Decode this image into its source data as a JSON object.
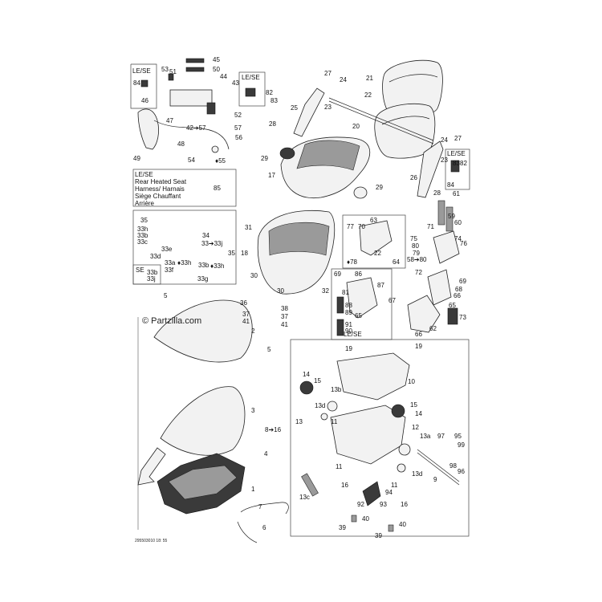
{
  "watermark": "© Partzilla.com",
  "footer_code": "295503010 18: 55",
  "boxes": {
    "top_left_tag": "LE/SE",
    "top_mid_tag": "LE/SE",
    "right_tag": "LE/SE",
    "lower_tag": "LE/SE",
    "se_tag": "SE",
    "heated_lines": [
      "LE/SE",
      "Rear Heated Seat",
      "Harness/ Harnais",
      "Siège Chauffant",
      "Arrière"
    ]
  },
  "labels": [
    {
      "id": "45",
      "text": "45"
    },
    {
      "id": "50",
      "text": "50"
    },
    {
      "id": "44",
      "text": "44"
    },
    {
      "id": "43",
      "text": "43"
    },
    {
      "id": "53",
      "text": "53"
    },
    {
      "id": "51",
      "text": "51"
    },
    {
      "id": "84a",
      "text": "84"
    },
    {
      "id": "46",
      "text": "46"
    },
    {
      "id": "47",
      "text": "47"
    },
    {
      "id": "82a",
      "text": "82"
    },
    {
      "id": "83a",
      "text": "83"
    },
    {
      "id": "52",
      "text": "52"
    },
    {
      "id": "42_57",
      "text": "42➔57"
    },
    {
      "id": "57",
      "text": "57"
    },
    {
      "id": "56",
      "text": "56"
    },
    {
      "id": "48",
      "text": "48"
    },
    {
      "id": "49",
      "text": "49"
    },
    {
      "id": "54",
      "text": "54"
    },
    {
      "id": "55",
      "text": "♦55"
    },
    {
      "id": "27a",
      "text": "27"
    },
    {
      "id": "24a",
      "text": "24"
    },
    {
      "id": "21",
      "text": "21"
    },
    {
      "id": "22",
      "text": "22"
    },
    {
      "id": "25",
      "text": "25"
    },
    {
      "id": "23a",
      "text": "23"
    },
    {
      "id": "28a",
      "text": "28"
    },
    {
      "id": "20",
      "text": "20"
    },
    {
      "id": "24b",
      "text": "24"
    },
    {
      "id": "27b",
      "text": "27"
    },
    {
      "id": "23b",
      "text": "23"
    },
    {
      "id": "29a",
      "text": "29"
    },
    {
      "id": "17",
      "text": "17"
    },
    {
      "id": "29b",
      "text": "29"
    },
    {
      "id": "26",
      "text": "26"
    },
    {
      "id": "83b",
      "text": "83"
    },
    {
      "id": "82b",
      "text": "82"
    },
    {
      "id": "84b",
      "text": "84"
    },
    {
      "id": "28b",
      "text": "28"
    },
    {
      "id": "61",
      "text": "61"
    },
    {
      "id": "85",
      "text": "85"
    },
    {
      "id": "31",
      "text": "31"
    },
    {
      "id": "59",
      "text": "59"
    },
    {
      "id": "60",
      "text": "60"
    },
    {
      "id": "71",
      "text": "71"
    },
    {
      "id": "74",
      "text": "74"
    },
    {
      "id": "75",
      "text": "75"
    },
    {
      "id": "80",
      "text": "80"
    },
    {
      "id": "79",
      "text": "79"
    },
    {
      "id": "58_80",
      "text": "58➔80"
    },
    {
      "id": "76",
      "text": "76"
    },
    {
      "id": "63",
      "text": "63"
    },
    {
      "id": "77",
      "text": "77"
    },
    {
      "id": "70",
      "text": "70"
    },
    {
      "id": "22b",
      "text": "22"
    },
    {
      "id": "78",
      "text": "♦78"
    },
    {
      "id": "64",
      "text": "64"
    },
    {
      "id": "35a",
      "text": "35"
    },
    {
      "id": "33h1",
      "text": "33h"
    },
    {
      "id": "33b1",
      "text": "33b"
    },
    {
      "id": "33c1",
      "text": "33c"
    },
    {
      "id": "34",
      "text": "34"
    },
    {
      "id": "33_33j",
      "text": "33➔33j"
    },
    {
      "id": "33e",
      "text": "33e"
    },
    {
      "id": "35b",
      "text": "35"
    },
    {
      "id": "33d",
      "text": "33d"
    },
    {
      "id": "33a",
      "text": "33a"
    },
    {
      "id": "33h2",
      "text": "♦33h"
    },
    {
      "id": "33f",
      "text": "33f"
    },
    {
      "id": "33b2",
      "text": "33b"
    },
    {
      "id": "33h3",
      "text": "♦33h"
    },
    {
      "id": "33g",
      "text": "33g"
    },
    {
      "id": "33b3",
      "text": "33b"
    },
    {
      "id": "33j",
      "text": "33j"
    },
    {
      "id": "18",
      "text": "18"
    },
    {
      "id": "30a",
      "text": "30"
    },
    {
      "id": "30b",
      "text": "30"
    },
    {
      "id": "32",
      "text": "32"
    },
    {
      "id": "69a",
      "text": "69"
    },
    {
      "id": "86",
      "text": "86"
    },
    {
      "id": "87",
      "text": "87"
    },
    {
      "id": "72",
      "text": "72"
    },
    {
      "id": "69b",
      "text": "69"
    },
    {
      "id": "68",
      "text": "68"
    },
    {
      "id": "66a",
      "text": "66"
    },
    {
      "id": "81",
      "text": "81"
    },
    {
      "id": "65a",
      "text": "65"
    },
    {
      "id": "88",
      "text": "88"
    },
    {
      "id": "89",
      "text": "89"
    },
    {
      "id": "91",
      "text": "91"
    },
    {
      "id": "90",
      "text": "90"
    },
    {
      "id": "67",
      "text": "67"
    },
    {
      "id": "65b",
      "text": "65"
    },
    {
      "id": "62",
      "text": "62"
    },
    {
      "id": "66b",
      "text": "66"
    },
    {
      "id": "73",
      "text": "73"
    },
    {
      "id": "36",
      "text": "36"
    },
    {
      "id": "37a",
      "text": "37"
    },
    {
      "id": "41a",
      "text": "41"
    },
    {
      "id": "38",
      "text": "38"
    },
    {
      "id": "37b",
      "text": "37"
    },
    {
      "id": "41b",
      "text": "41"
    },
    {
      "id": "5a",
      "text": "5"
    },
    {
      "id": "2",
      "text": "2"
    },
    {
      "id": "5b",
      "text": "5"
    },
    {
      "id": "19a",
      "text": "19"
    },
    {
      "id": "19b",
      "text": "19"
    },
    {
      "id": "10",
      "text": "10"
    },
    {
      "id": "14a",
      "text": "14"
    },
    {
      "id": "15a",
      "text": "15"
    },
    {
      "id": "13b",
      "text": "13b"
    },
    {
      "id": "3",
      "text": "3"
    },
    {
      "id": "13da",
      "text": "13d"
    },
    {
      "id": "13a1",
      "text": "13"
    },
    {
      "id": "15b",
      "text": "15"
    },
    {
      "id": "14b",
      "text": "14"
    },
    {
      "id": "11a",
      "text": "11"
    },
    {
      "id": "12",
      "text": "12"
    },
    {
      "id": "8_16",
      "text": "8➔16"
    },
    {
      "id": "13a2",
      "text": "13a"
    },
    {
      "id": "97",
      "text": "97"
    },
    {
      "id": "95",
      "text": "95"
    },
    {
      "id": "99",
      "text": "99"
    },
    {
      "id": "4",
      "text": "4"
    },
    {
      "id": "11b",
      "text": "11"
    },
    {
      "id": "98",
      "text": "98"
    },
    {
      "id": "96",
      "text": "96"
    },
    {
      "id": "13db",
      "text": "13d"
    },
    {
      "id": "9",
      "text": "9"
    },
    {
      "id": "16a",
      "text": "16"
    },
    {
      "id": "1",
      "text": "1"
    },
    {
      "id": "11c",
      "text": "11"
    },
    {
      "id": "94",
      "text": "94"
    },
    {
      "id": "13c",
      "text": "13c"
    },
    {
      "id": "92",
      "text": "92"
    },
    {
      "id": "93",
      "text": "93"
    },
    {
      "id": "16b",
      "text": "16"
    },
    {
      "id": "7",
      "text": "7"
    },
    {
      "id": "6",
      "text": "6"
    },
    {
      "id": "40a",
      "text": "40"
    },
    {
      "id": "39a",
      "text": "39"
    },
    {
      "id": "40b",
      "text": "40"
    },
    {
      "id": "39b",
      "text": "39"
    }
  ]
}
